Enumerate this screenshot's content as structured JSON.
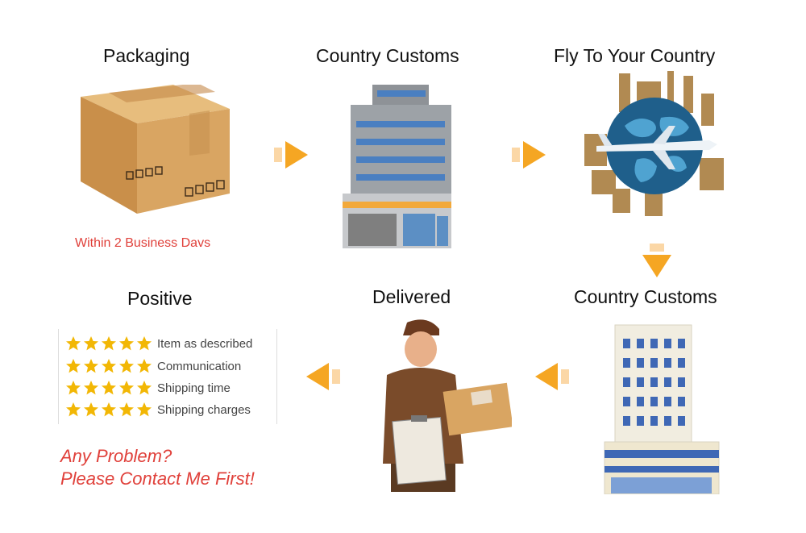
{
  "steps": {
    "packaging": {
      "title": "Packaging",
      "note": "Within 2 Business Davs"
    },
    "customs_origin": {
      "title": "Country Customs"
    },
    "fly": {
      "title": "Fly To Your Country"
    },
    "customs_destination": {
      "title": "Country Customs"
    },
    "delivered": {
      "title": "Delivered"
    },
    "positive": {
      "title": "Positive"
    }
  },
  "reviews": [
    {
      "label": "Item as described",
      "stars": 5
    },
    {
      "label": "Communication",
      "stars": 5
    },
    {
      "label": "Shipping time",
      "stars": 5
    },
    {
      "label": "Shipping charges",
      "stars": 5
    }
  ],
  "contact": {
    "line1": "Any Problem?",
    "line2": "Please Contact Me First!"
  },
  "colors": {
    "accent_red": "#e0403a",
    "arrow_orange": "#f5a623",
    "star_gold": "#f2b705",
    "box_brown": "#d4a15e"
  }
}
